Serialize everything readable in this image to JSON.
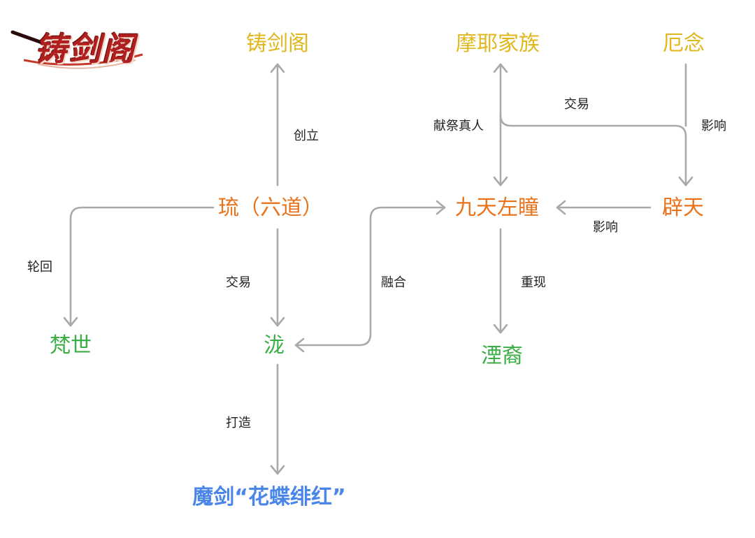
{
  "logo": {
    "text": "铸剑阁"
  },
  "colors": {
    "yellow": "#e0b71c",
    "orange": "#e8731c",
    "green": "#3bae46",
    "blue": "#4a86e8",
    "edge": "#a9a9a9"
  },
  "nodes": [
    {
      "id": "zhujiange",
      "label": "铸剑阁",
      "color": "yellow"
    },
    {
      "id": "moye",
      "label": "摩耶家族",
      "color": "yellow"
    },
    {
      "id": "enian",
      "label": "厄念",
      "color": "yellow"
    },
    {
      "id": "liu",
      "label": "琉（六道）",
      "color": "orange"
    },
    {
      "id": "jiutian",
      "label": "九天左瞳",
      "color": "orange"
    },
    {
      "id": "pitian",
      "label": "辟天",
      "color": "orange"
    },
    {
      "id": "fanshi",
      "label": "梵世",
      "color": "green"
    },
    {
      "id": "long",
      "label": "泷",
      "color": "green"
    },
    {
      "id": "yinyi",
      "label": "湮裔",
      "color": "green"
    },
    {
      "id": "mojian",
      "label": "魔剑“花蝶绯红”",
      "color": "blue"
    }
  ],
  "edges": [
    {
      "id": "e-liu-zhujiange",
      "from": "liu",
      "to": "zhujiange",
      "label": "创立"
    },
    {
      "id": "e-liu-fanshi",
      "from": "liu",
      "to": "fanshi",
      "label": "轮回"
    },
    {
      "id": "e-liu-long",
      "from": "liu",
      "to": "long",
      "label": "交易"
    },
    {
      "id": "e-long-mojian",
      "from": "long",
      "to": "mojian",
      "label": "打造"
    },
    {
      "id": "e-long-jiutian",
      "from": "long",
      "to": "jiutian",
      "label": "融合",
      "bidirectional": true
    },
    {
      "id": "e-moye-jiutian",
      "from": "moye",
      "to": "jiutian",
      "label": "献祭真人",
      "bidirectional": true
    },
    {
      "id": "e-moye-pitian",
      "from": "moye",
      "to": "pitian",
      "label": "交易"
    },
    {
      "id": "e-enian-pitian",
      "from": "enian",
      "to": "pitian",
      "label": "影响"
    },
    {
      "id": "e-pitian-jiutian",
      "from": "pitian",
      "to": "jiutian",
      "label": "影响"
    },
    {
      "id": "e-jiutian-yinyi",
      "from": "jiutian",
      "to": "yinyi",
      "label": "重现"
    }
  ]
}
